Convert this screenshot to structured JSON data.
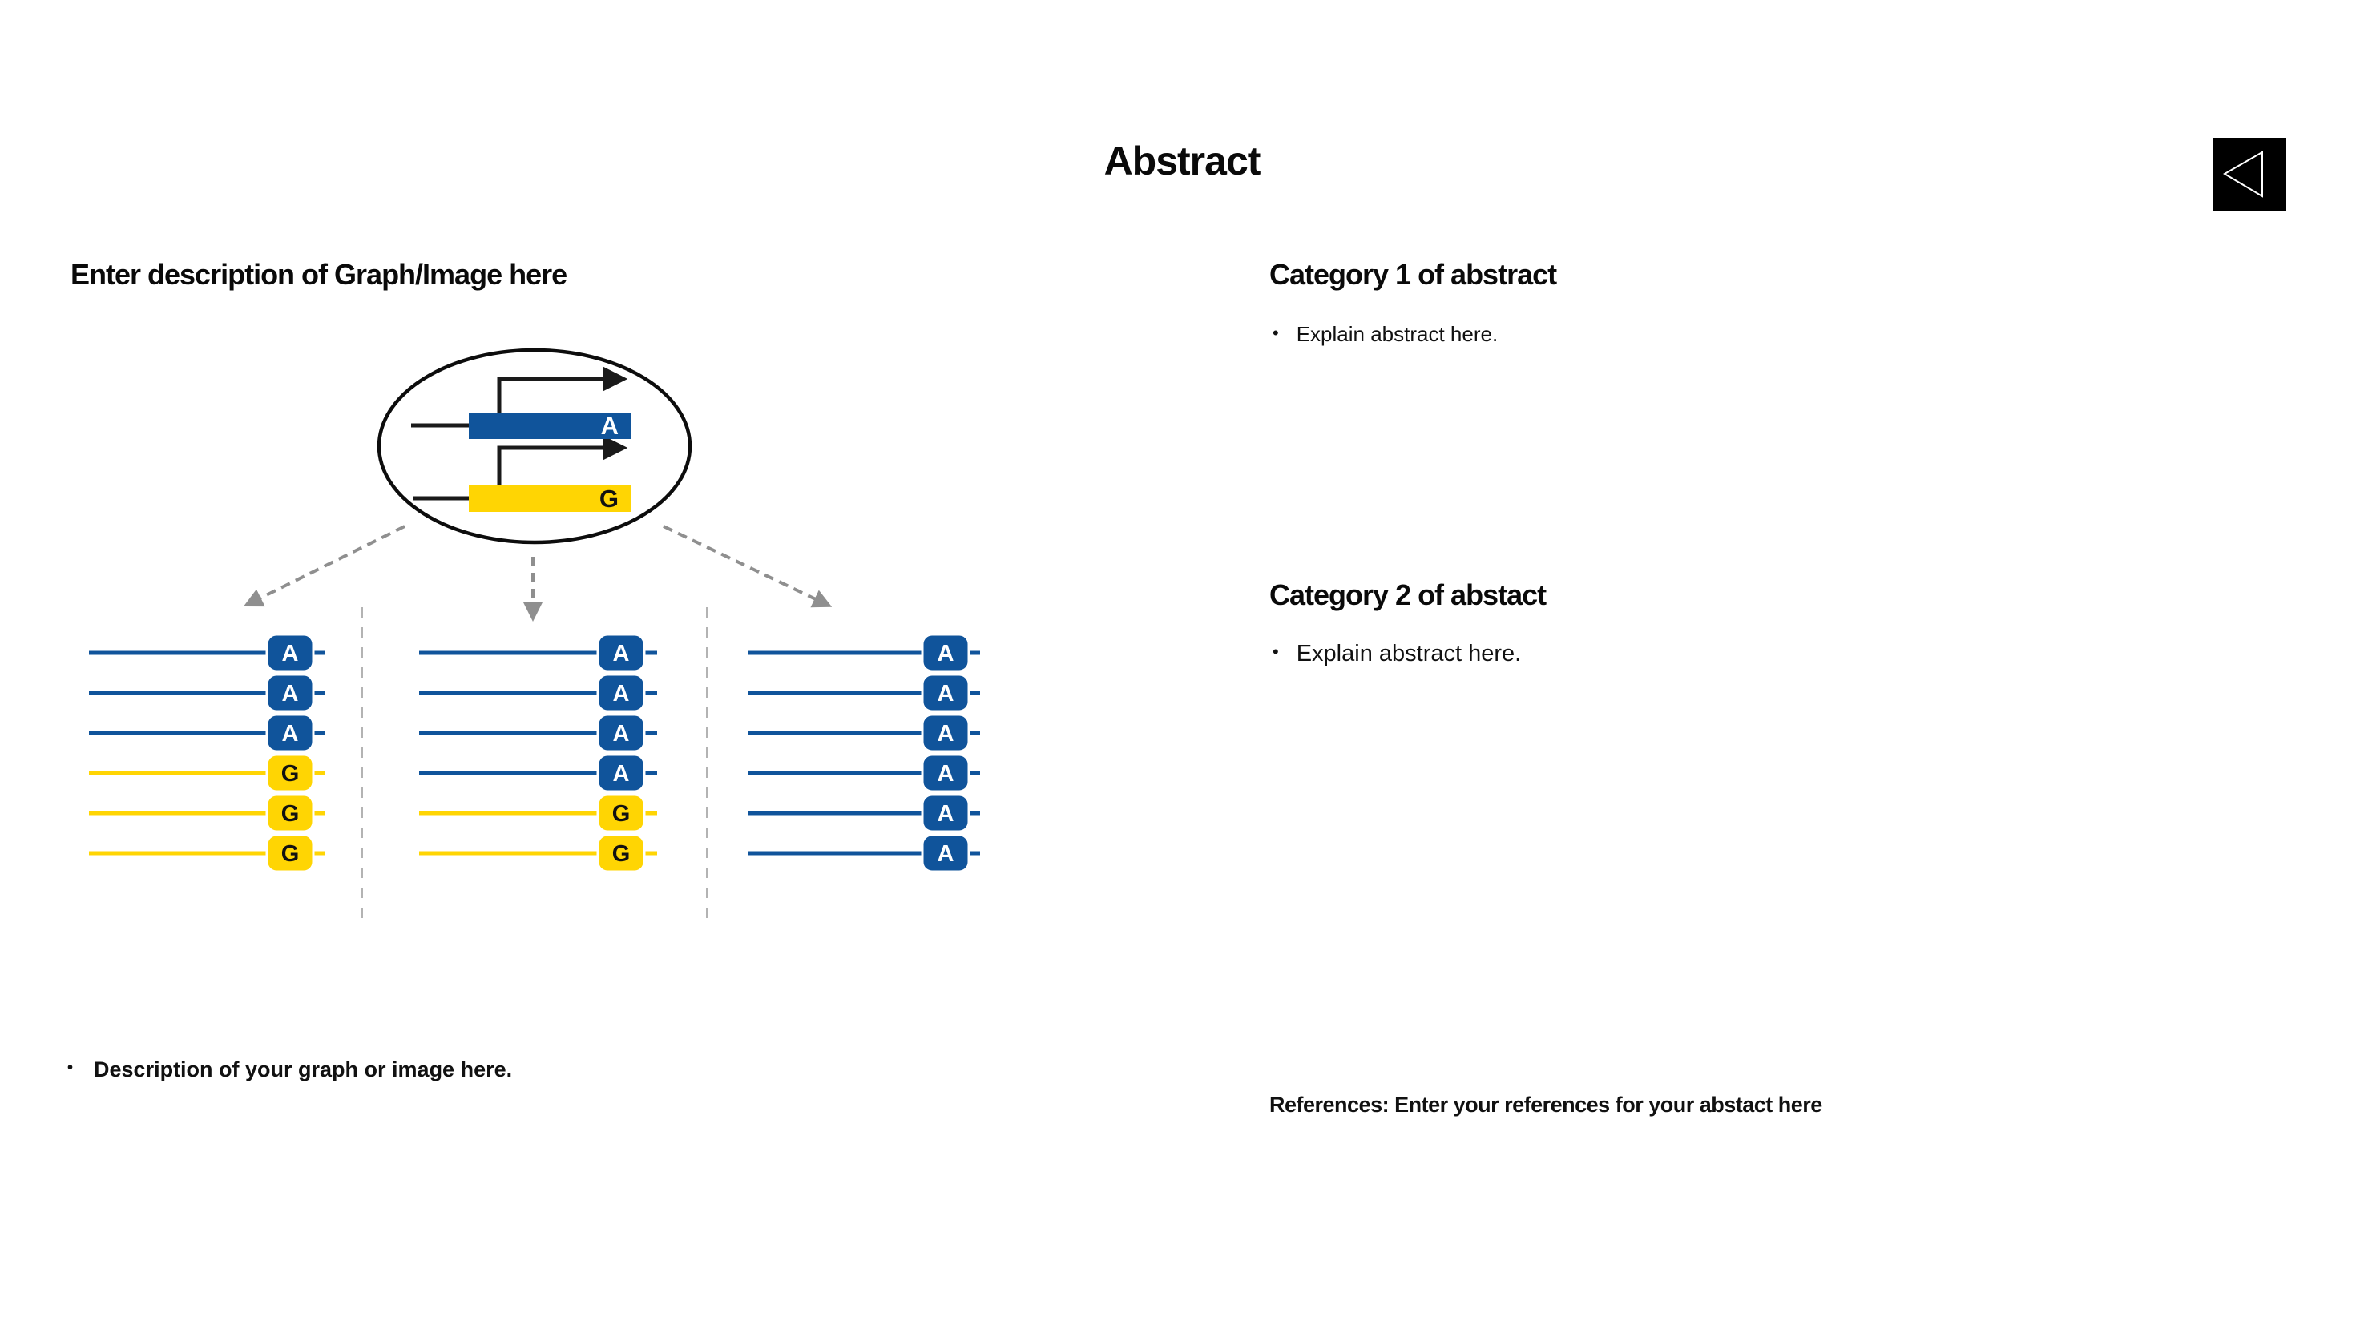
{
  "title": "Abstract",
  "nav": {
    "back_icon": "left-triangle-icon"
  },
  "left_panel": {
    "heading": "Enter description of Graph/Image here",
    "bullet": "Description of your graph or image here.",
    "diagram": {
      "gene_a_label": "A",
      "gene_g_label": "G",
      "columns": [
        {
          "rows": [
            "A",
            "A",
            "A",
            "G",
            "G",
            "G"
          ]
        },
        {
          "rows": [
            "A",
            "A",
            "A",
            "A",
            "G",
            "G"
          ]
        },
        {
          "rows": [
            "A",
            "A",
            "A",
            "A",
            "A",
            "A"
          ]
        }
      ]
    }
  },
  "right_panel": {
    "sections": [
      {
        "heading": "Category 1 of abstract",
        "bullet": "Explain abstract here."
      },
      {
        "heading": "Category 2 of abstact",
        "bullet": "Explain abstract here."
      }
    ],
    "references": "References: Enter your references for your abstact here"
  },
  "colors": {
    "blue": "#10549B",
    "yellow": "#FFD503",
    "arrow_gray": "#8F8F8F",
    "divider_gray": "#B3B3B3",
    "ink": "#111111"
  }
}
